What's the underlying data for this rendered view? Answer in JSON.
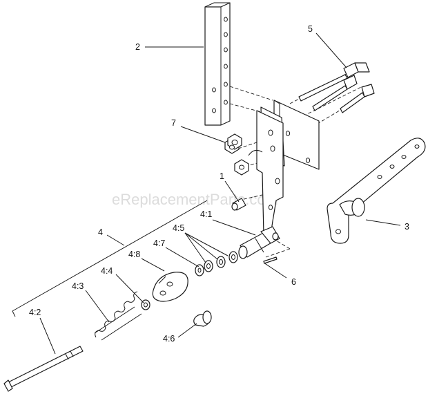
{
  "watermark": "eReplacementParts.com",
  "callouts": {
    "c1": "1",
    "c2": "2",
    "c3": "3",
    "c4": "4",
    "c5": "5",
    "c6": "6",
    "c7": "7",
    "c4_1": "4:1",
    "c4_2": "4:2",
    "c4_3": "4:3",
    "c4_4": "4:4",
    "c4_5": "4:5",
    "c4_6": "4:6",
    "c4_7": "4:7",
    "c4_8": "4:8"
  }
}
